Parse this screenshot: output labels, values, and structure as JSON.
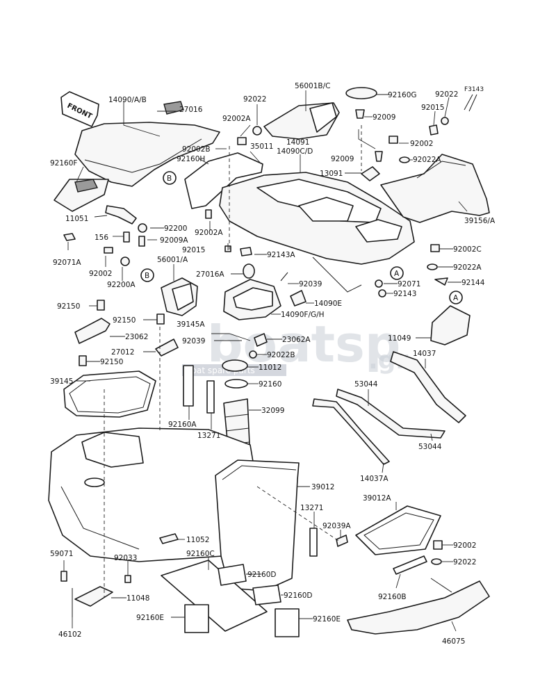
{
  "figure_code": "F3143",
  "front_label": "FRONT",
  "watermark": {
    "text": "boatsp",
    "suffix": ".gr",
    "tagline": "boat spare parts"
  },
  "part_numbers": [
    "14090/A/B",
    "27016",
    "92160F",
    "11051",
    "156",
    "92200",
    "92009A",
    "92071A",
    "92002",
    "92200A",
    "92002A",
    "92002B",
    "92160H",
    "35011",
    "92022",
    "56001B/C",
    "92160G",
    "92022",
    "92015",
    "92009",
    "92009",
    "92002",
    "14091",
    "14090C/D",
    "13091",
    "92022A",
    "39156/A",
    "92002A",
    "92015",
    "92143A",
    "56001/A",
    "27016A",
    "92039",
    "14090E",
    "92071",
    "92143",
    "92002C",
    "92022A",
    "92144",
    "14090F/G/H",
    "39145A",
    "92039",
    "23062A",
    "92022B",
    "11012",
    "92160",
    "92150",
    "92150",
    "23062",
    "27012",
    "92150",
    "39145",
    "92160A",
    "13271",
    "32099",
    "11049",
    "14037",
    "53044",
    "53044",
    "14037A",
    "39012",
    "13271",
    "92039A",
    "39012A",
    "92002",
    "92022",
    "11052",
    "59071",
    "92033",
    "92160C",
    "92160D",
    "92160D",
    "11048",
    "92160B",
    "92160E",
    "92160E",
    "46102",
    "46075"
  ],
  "ref_markers": [
    "B",
    "B",
    "A",
    "A"
  ]
}
